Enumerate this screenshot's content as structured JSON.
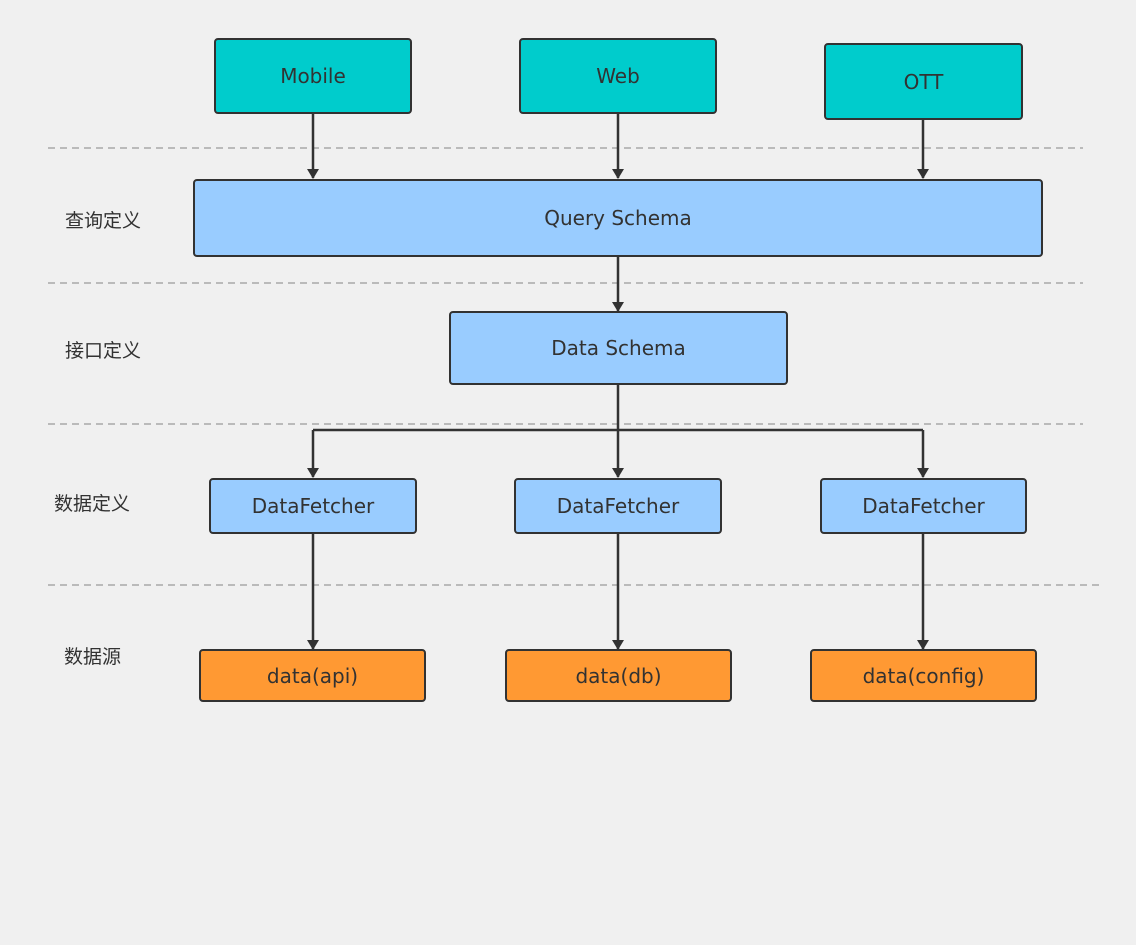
{
  "colors": {
    "client": "#00cccc",
    "schema": "#99ccff",
    "source": "#ff9933",
    "line": "#323232",
    "divider": "#a8a8a8",
    "background": "#f0f0f0"
  },
  "layers": [
    {
      "label": "查询定义"
    },
    {
      "label": "接口定义"
    },
    {
      "label": "数据定义"
    },
    {
      "label": "数据源"
    }
  ],
  "clients": [
    {
      "label": "Mobile"
    },
    {
      "label": "Web"
    },
    {
      "label": "OTT"
    }
  ],
  "query_schema": {
    "label": "Query Schema"
  },
  "data_schema": {
    "label": "Data Schema"
  },
  "fetchers": [
    {
      "label": "DataFetcher"
    },
    {
      "label": "DataFetcher"
    },
    {
      "label": "DataFetcher"
    }
  ],
  "sources": [
    {
      "label": "data(api)"
    },
    {
      "label": "data(db)"
    },
    {
      "label": "data(config)"
    }
  ]
}
